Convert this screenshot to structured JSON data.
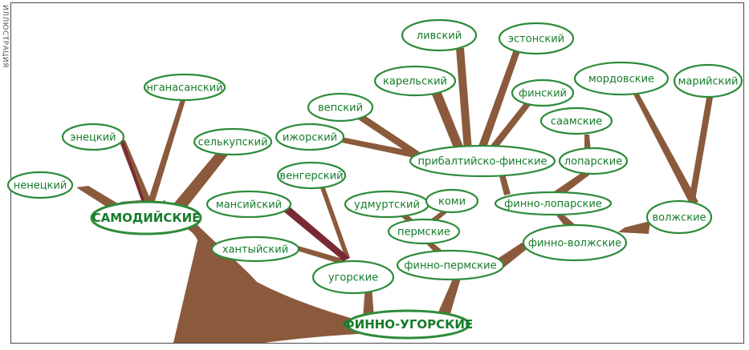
{
  "watermark": "ИЛЛЮСТРАЦИЯ",
  "colors": {
    "node_stroke": "#2e8b3a",
    "node_text": "#157c2a",
    "trunk": "#8b5a3c",
    "branch_dark": "#7a2a35",
    "frame": "#4a4a4a"
  },
  "nodes": {
    "livsky": "ливский",
    "estonsky": "эстонский",
    "karelsky": "карельский",
    "finsky": "финский",
    "mordovskie": "мордовские",
    "mariysky": "марийский",
    "vepsky": "вепский",
    "saamskie": "саамские",
    "nganasansky": "нганасанский",
    "izhorsky": "ижорский",
    "pribaltiysko": "прибалтийско-финские",
    "znetsky": "энецкий",
    "selkupsky": "селькупский",
    "loparskie": "лопарские",
    "vengersky": "венгерский",
    "nenetsky": "ненецкий",
    "mansiysky": "мансийский",
    "udmurtsky": "удмуртский",
    "komi": "коми",
    "finno_loparskie": "финно-лопарские",
    "samodiyskie": "САМОДИЙСКИЕ",
    "volzhskie": "волжские",
    "permskie": "пермские",
    "finno_volzhskie": "финно-волжские",
    "khantyysky": "хантыйский",
    "finno_permskie": "финно-пермские",
    "ugorskie": "угорские",
    "finno_ugorskie": "ФИННО-УГОРСКИЕ"
  }
}
